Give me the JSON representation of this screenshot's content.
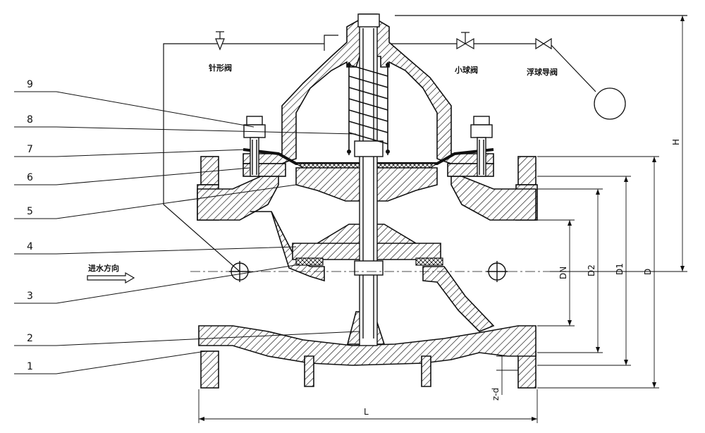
{
  "part_numbers": [
    "1",
    "2",
    "3",
    "4",
    "5",
    "6",
    "7",
    "8",
    "9"
  ],
  "annotations": {
    "needle_valve": "针形阀",
    "small_ball_valve": "小球阀",
    "float_pilot_valve": "浮球导阀",
    "inflow_direction": "进水方向"
  },
  "dimensions": {
    "dn": "DN",
    "d2": "D2",
    "d1": "D1",
    "d": "D",
    "h": "H",
    "l": "L",
    "zd": "z-d"
  }
}
